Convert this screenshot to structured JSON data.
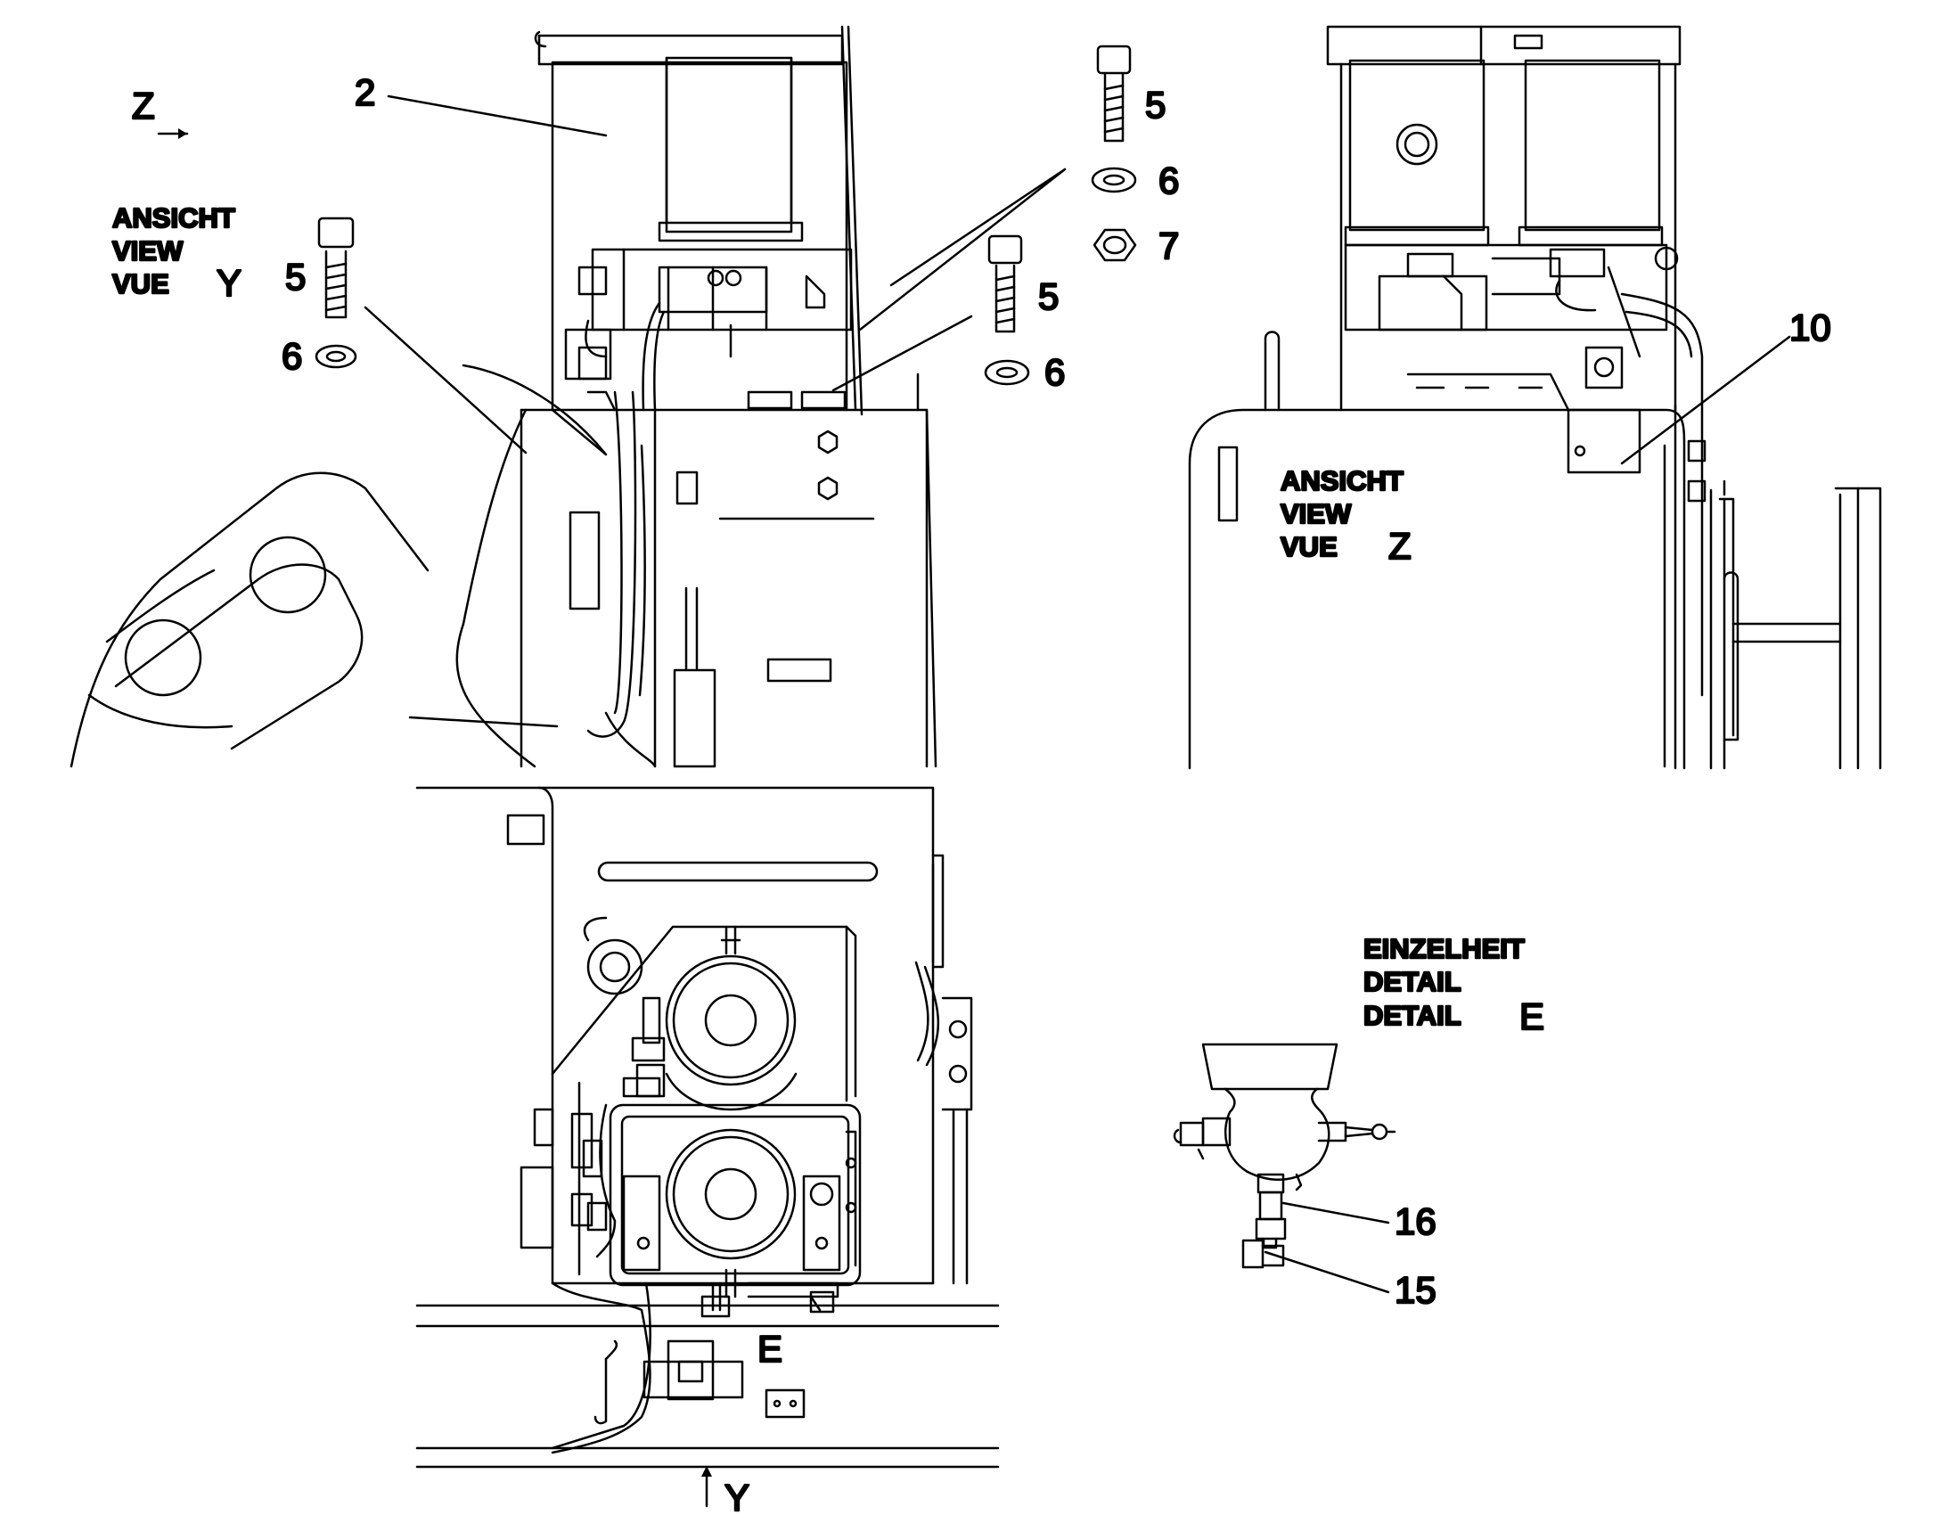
{
  "view_y": {
    "line1": "ANSICHT",
    "line2": "VIEW",
    "line3": "VUE",
    "letter": "Y"
  },
  "view_z": {
    "line1": "ANSICHT",
    "line2": "VIEW",
    "line3": "VUE",
    "letter": "Z"
  },
  "detail_e": {
    "line1": "EINZELHEIT",
    "line2": "DETAIL",
    "line3": "DETAIL",
    "letter": "E"
  },
  "markers": {
    "z_arrow": "Z",
    "y_arrow": "Y",
    "e_mark": "E"
  },
  "callouts": {
    "c2": "2",
    "c5a": "5",
    "c6a": "6",
    "c5b": "5",
    "c6b": "6",
    "c7": "7",
    "c5c": "5",
    "c6c": "6",
    "c10": "10",
    "c16": "16",
    "c15": "15"
  },
  "colors": {
    "line": "#000000",
    "background": "#ffffff"
  }
}
